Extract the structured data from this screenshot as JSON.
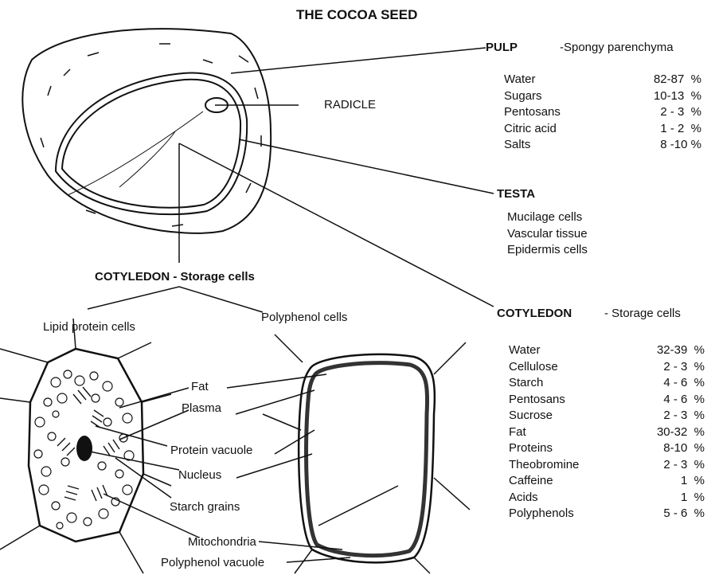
{
  "title": "THE COCOA SEED",
  "pulp": {
    "heading": "PULP",
    "subtitle": "-Spongy parenchyma",
    "rows": [
      {
        "name": "Water",
        "value": "82-87  %"
      },
      {
        "name": "Sugars",
        "value": "10-13  %"
      },
      {
        "name": "Pentosans",
        "value": "2 - 3  %"
      },
      {
        "name": "Citric acid",
        "value": "1 - 2  %"
      },
      {
        "name": "Salts",
        "value": "8 -10 %"
      }
    ]
  },
  "radicle_label": "RADICLE",
  "testa": {
    "heading": "TESTA",
    "items": [
      "Mucilage cells",
      "Vascular tissue",
      "Epidermis cells"
    ]
  },
  "cotyledon_left": "COTYLEDON - Storage cells",
  "cotyledon_right": {
    "heading": "COTYLEDON",
    "subtitle": "- Storage cells",
    "rows": [
      {
        "name": "Water",
        "value": "32-39  %"
      },
      {
        "name": "Cellulose",
        "value": "2 - 3  %"
      },
      {
        "name": "Starch",
        "value": "4 - 6  %"
      },
      {
        "name": "Pentosans",
        "value": "4 - 6  %"
      },
      {
        "name": "Sucrose",
        "value": "2 - 3  %"
      },
      {
        "name": "Fat",
        "value": "30-32  %"
      },
      {
        "name": "Proteins",
        "value": "8-10  %"
      },
      {
        "name": "Theobromine",
        "value": "2 - 3  %"
      },
      {
        "name": "Caffeine",
        "value": "1  %"
      },
      {
        "name": "Acids",
        "value": "1  %"
      },
      {
        "name": "Polyphenols",
        "value": "5 - 6  %"
      }
    ]
  },
  "cell_labels": {
    "lipid_protein_cells": "Lipid protein cells",
    "polyphenol_cells": "Polyphenol cells",
    "fat": "Fat",
    "plasma": "Plasma",
    "protein_vacuole": "Protein vacuole",
    "nucleus": "Nucleus",
    "starch_grains": "Starch grains",
    "mitochondria": "Mitochondria",
    "polyphenol_vacuole": "Polyphenol vacuole"
  }
}
